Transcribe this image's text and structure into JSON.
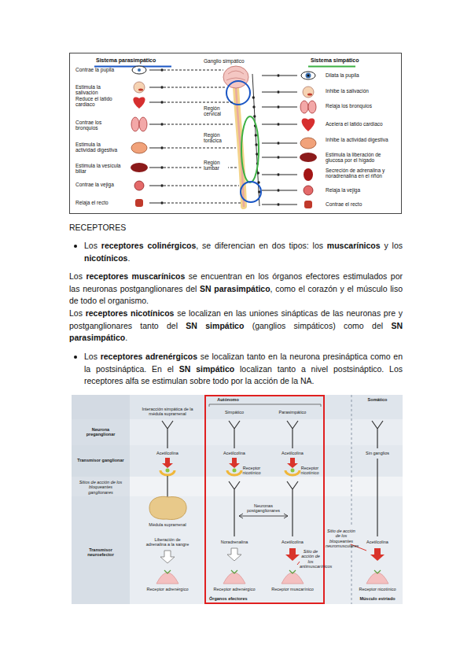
{
  "diagram": {
    "title": "RECEPTORES",
    "labels": [
      "Sistema parasimpático",
      "Contrae la pupila",
      "Estimula la salivación",
      "Reduce el latido cardiaco",
      "Contrae los bronquios",
      "Estimula la actividad digestiva",
      "Estimula la vesícula biliar",
      "Contrae la vejiga",
      "Relaja el recto",
      "Ganglio simpático",
      "Región cervical",
      "Región torácica",
      "Región lumbar",
      "Sistema simpático",
      "Dilata la pupila",
      "Inhibe la salivación",
      "Relaja los bronquios",
      "Acelera el latido cardiaco",
      "Inhibe la actividad digestiva",
      "Estimula la liberación de glucosa por el hígado",
      "Secreción de adrenalina y noradrenalina en el riñón",
      "Relaja la vejiga",
      "Contrae el recto",
      "Los receptores colinérgicos, se diferencian en dos tipos: los muscarínicos y los nicotínicos.",
      "Los receptores muscarínicos se encuentran en los órganos efectores estimulados por las neuronas postganglionares del SN parasimpático, como el corazón y el músculo liso de todo el organismo.",
      "Los receptores nicotínicos se localizan en las uniones sinápticas de las neuronas pre y postganglionares tanto del SN simpático (ganglios simpáticos) como del SN parasimpático.",
      "Los receptores adrenérgicos se localizan tanto en la neurona presináptica como en la postsináptica. En el SN simpático localizan tanto a nivel postsináptico. Los receptores alfa se estimulan sobre todo por la acción de la NA.",
      "Autónomo",
      "Somático",
      "Interacción simpática de la médula suprarrenal",
      "Simpático",
      "Parasimpático",
      "Neurona preganglionar",
      "Acetilcolina",
      "Acetilcolina",
      "Acetilcolina",
      "Sin ganglios",
      "Transmisor ganglionar",
      "Receptor nicotínico",
      "Receptor nicotínico",
      "Sitios de acción de los bloqueantes ganglionares",
      "Neuronas postganglionares",
      "Médula suprarrenal",
      "Liberación de adrenalina a la sangre",
      "Noradrenalina",
      "Acetilcolina",
      "Sitio de acción de los bloqueantes neuromusculares",
      "Acetilcolina",
      "Transmisor neuroefector",
      "Sitio de acción de los antimuscarínicos",
      "Receptor adrenérgico",
      "Receptor adrenérgico",
      "Receptor muscarínico",
      "Receptor nicotínico",
      "Órganos efectores",
      "Músculo estriado"
    ]
  }
}
